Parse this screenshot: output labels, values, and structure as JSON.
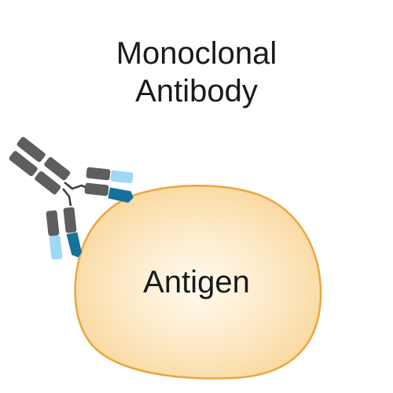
{
  "title": {
    "line1": "Monoclonal",
    "line2": "Antibody"
  },
  "antigen": {
    "label": "Antigen",
    "fill_color": "#fbe0b0",
    "outline_color": "#e9a640"
  },
  "antibody": {
    "heavy_chain_color": "#5e5e5e",
    "light_chain_color": "#4a4a4a",
    "variable_light_color": "#9fd8f2",
    "variable_heavy_color": "#16719a",
    "hinge_color": "#3a3a3a"
  }
}
